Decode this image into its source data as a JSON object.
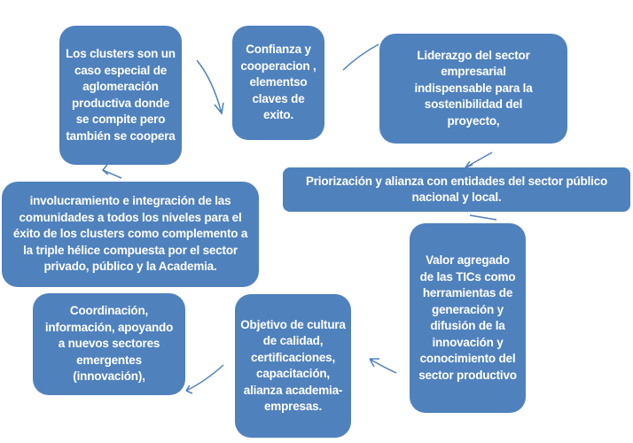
{
  "colors": {
    "box": "#4f81bd",
    "text": "#ffffff",
    "arrow": "#4f81bd"
  },
  "nodes": [
    {
      "text": "Los clusters son un caso especial de aglomeración productiva donde se compite pero también se coopera"
    },
    {
      "text": "Confianza y cooperacion , elementso claves de exito."
    },
    {
      "text": "Liderazgo del sector empresarial indispensable para la sostenibilidad del proyecto,"
    },
    {
      "text": "Priorización y alianza con entidades del sector público nacional y local."
    },
    {
      "text": "Valor agregado de las TICs como herramientas de generación y difusión de la innovación y conocimiento del sector productivo"
    },
    {
      "text": "Objetivo de cultura de calidad, certificaciones, capacitación, alianza academia-empresas."
    },
    {
      "text": "Coordinación, información, apoyando a nuevos sectores emergentes (innovación),"
    },
    {
      "text": "involucramiento e integración de las comunidades a todos los niveles para el éxito de los clusters como complemento a la triple hélice compuesta por el sector privado, público y la Academia."
    }
  ]
}
